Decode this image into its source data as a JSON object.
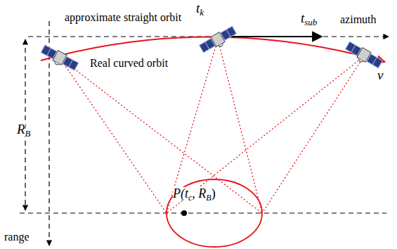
{
  "diagram": {
    "labels": [
      "approximate straight orbit",
      "t",
      "k",
      "t",
      "sub",
      "azimuth",
      "Real curved orbit",
      "v",
      "R",
      "B",
      "range",
      "P(t",
      "c",
      ", R",
      "B",
      ")"
    ]
  }
}
